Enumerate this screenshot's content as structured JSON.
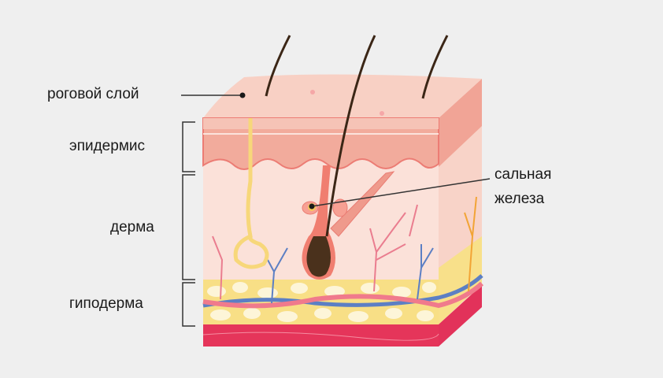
{
  "labels": {
    "stratum_corneum": "роговой слой",
    "epidermis": "эпидермис",
    "dermis": "дерма",
    "hypodermis": "гиподерма",
    "sebaceous_gland_line1": "сальная",
    "sebaceous_gland_line2": "железа"
  },
  "colors": {
    "background": "#efefef",
    "skin_top": "#f7cfc2",
    "epidermis": "#f2a99a",
    "dermis": "#fbe0d8",
    "fat": "#f8e08a",
    "muscle": "#e8355a",
    "hair": "#3b2616"
  }
}
